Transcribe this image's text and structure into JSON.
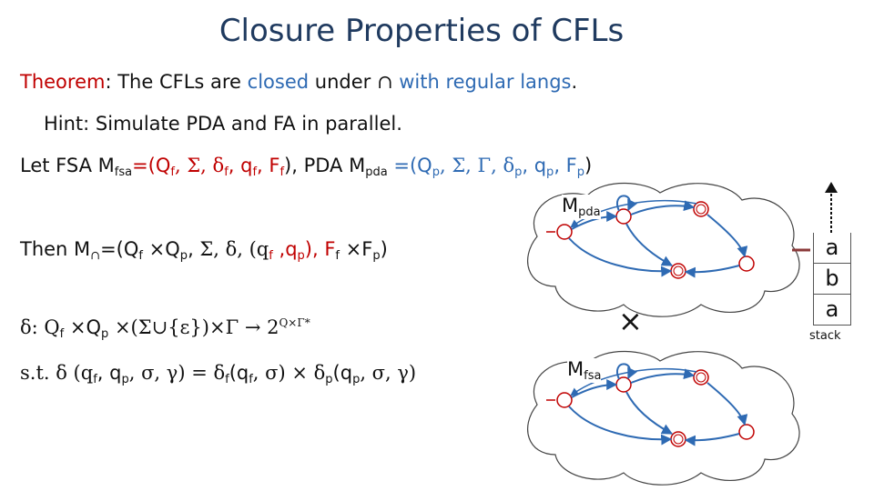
{
  "slide": {
    "title": "Closure Properties of CFLs",
    "theorem": {
      "prefix": "Theorem",
      "colon": ": The CFLs are ",
      "closed": "closed",
      "under": " under ",
      "cap": "∩",
      "with_regular": " with regular langs",
      "dot": "."
    },
    "hint": "Hint: Simulate PDA and FA in parallel.",
    "let_line": {
      "text1": "Let FSA M",
      "fsa_sub": "fsa",
      "text2": "=(Q",
      "text3": ", Σ, δ",
      "text4": ", q",
      "text5": ", F",
      "text6": "), PDA M",
      "pda_sub": "pda",
      "text7": " =(Q",
      "text8": ", Σ, Γ, δ",
      "text9": ", q",
      "text10": ", F",
      "text11": ")",
      "f": "f",
      "p": "p"
    },
    "then_line": {
      "text1": "Then M",
      "cap_sub": "∩",
      "text2": "=(Q",
      "text3": " ×Q",
      "text4": ",",
      "text5": " Σ, δ, (q",
      "text6": " ,q",
      "text7": "), F",
      "text8": " ×F",
      "text9": ")",
      "f": "f",
      "p": "p"
    },
    "delta_line": {
      "text1": "δ: Q",
      "text2": " ×Q",
      "text3": " ×(Σ∪{ε})×Γ → 2",
      "exp": "Q×Γ*",
      "f": "f",
      "p": "p"
    },
    "st_line": {
      "text1": "s.t. δ (q",
      "text2": ", q",
      "text3": ", σ, γ) = δ",
      "text4": "(q",
      "text5": ", σ) × δ",
      "text6": "(q",
      "text7": ", σ, γ)",
      "f": "f",
      "p": "p"
    },
    "mpda_label": "M",
    "mpda_sub": "pda",
    "mfsa_label": "M",
    "mfsa_sub": "fsa",
    "product_symbol": "×",
    "stack": {
      "items": [
        "a",
        "b",
        "a"
      ],
      "label": "stack"
    }
  },
  "colors": {
    "title": "#1f3a5f",
    "red": "#c00000",
    "blue": "#2e6ab3"
  }
}
